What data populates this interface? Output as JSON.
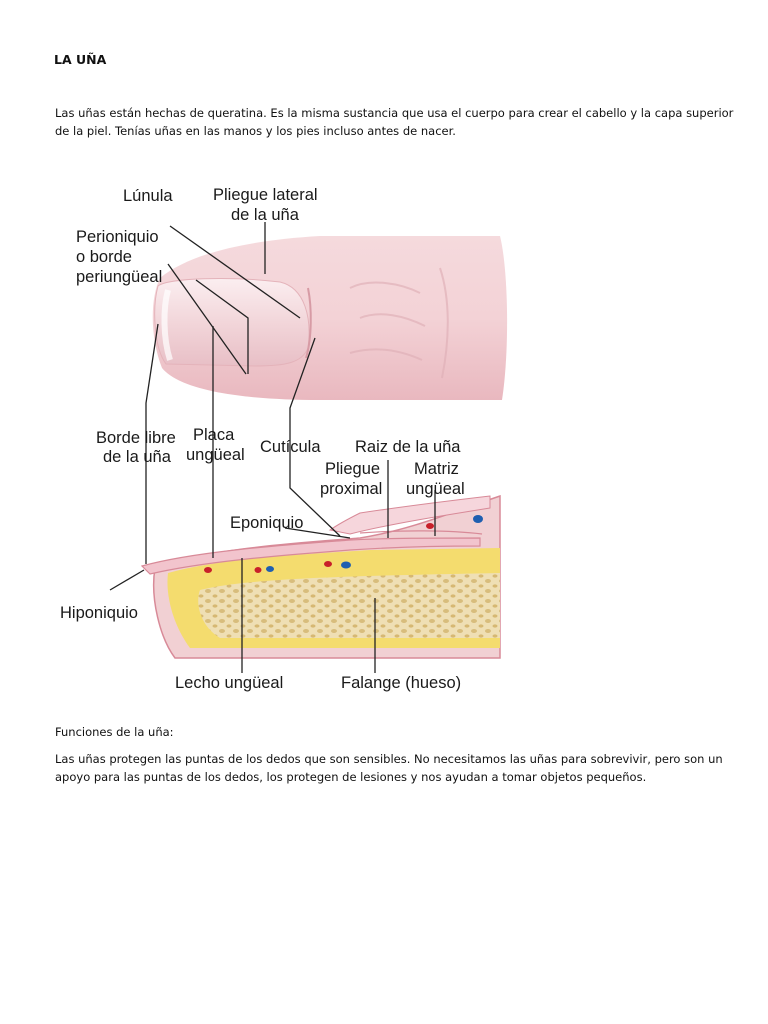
{
  "document": {
    "title": "LA UÑA",
    "intro": "Las uñas están hechas de queratina. Es la misma sustancia que usa el cuerpo para crear el cabello y la capa superior de la piel. Tenías uñas en las manos y los pies incluso antes de nacer.",
    "functions_heading": "Funciones de la uña:",
    "functions_text": "Las uñas protegen las puntas de los dedos que son sensibles. No necesitamos las uñas para sobrevivir, pero son un apoyo para las puntas de los dedos, los protegen de lesiones y nos ayudan a tomar objetos pequeños."
  },
  "diagram": {
    "labels": {
      "lunula": "Lúnula",
      "pliegue_lateral_1": "Pliegue lateral",
      "pliegue_lateral_2": "de la uña",
      "perioniquio_1": "Perioniquio",
      "perioniquio_2": "o borde",
      "perioniquio_3": "periungüeal",
      "borde_libre_1": "Borde libre",
      "borde_libre_2": "de la uña",
      "placa_1": "Placa",
      "placa_2": "ungüeal",
      "cuticula": "Cutícula",
      "raiz": "Raiz de la uña",
      "pliegue_proximal_1": "Pliegue",
      "pliegue_proximal_2": "proximal",
      "matriz_1": "Matriz",
      "matriz_2": "ungüeal",
      "eponiquio": "Eponiquio",
      "hiponiquio": "Hiponiquio",
      "lecho": "Lecho ungüeal",
      "falange": "Falange (hueso)"
    },
    "colors": {
      "skin": "#f1d4d6",
      "nail": "#f5e2e4",
      "fat": "#f4dc6e",
      "bone": "#efdfb4",
      "vessel_red": "#c8202a",
      "vessel_blue": "#1f5fb0"
    }
  }
}
